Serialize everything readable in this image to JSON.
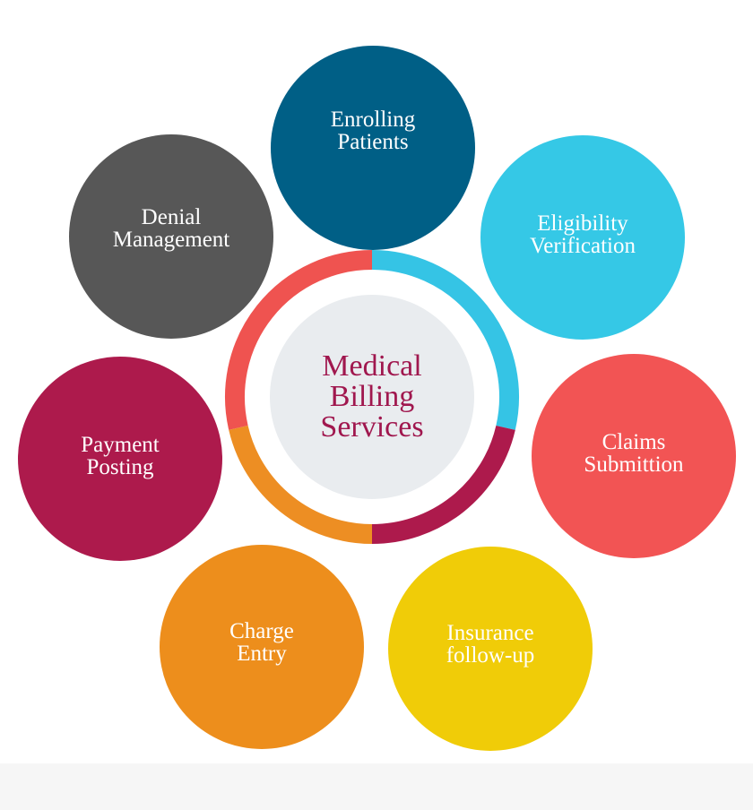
{
  "center": {
    "lines": [
      "Medical",
      "Billing",
      "Services"
    ],
    "text_color": "#a0174e",
    "fill_color": "#e9ecef",
    "ring_colors": {
      "top_left": "#ef5350",
      "top_right": "#35c4e5",
      "bottom_right": "#ad1a4c",
      "bottom_left": "#ed8e23"
    }
  },
  "services": [
    {
      "id": "enrolling",
      "lines": [
        "Enrolling",
        "Patients"
      ],
      "color": "#005f86"
    },
    {
      "id": "eligibility",
      "lines": [
        "Eligibility",
        "Verification"
      ],
      "color": "#35c8e6"
    },
    {
      "id": "claims",
      "lines": [
        "Claims",
        "Submittion"
      ],
      "color": "#f25454"
    },
    {
      "id": "insurance",
      "lines": [
        "Insurance",
        "follow-up"
      ],
      "color": "#f0cc08"
    },
    {
      "id": "charge",
      "lines": [
        "Charge",
        "Entry"
      ],
      "color": "#ed8e1c"
    },
    {
      "id": "payment",
      "lines": [
        "Payment",
        "Posting"
      ],
      "color": "#ad1a4c"
    },
    {
      "id": "denial",
      "lines": [
        "Denial",
        "Management"
      ],
      "color": "#575757"
    }
  ]
}
